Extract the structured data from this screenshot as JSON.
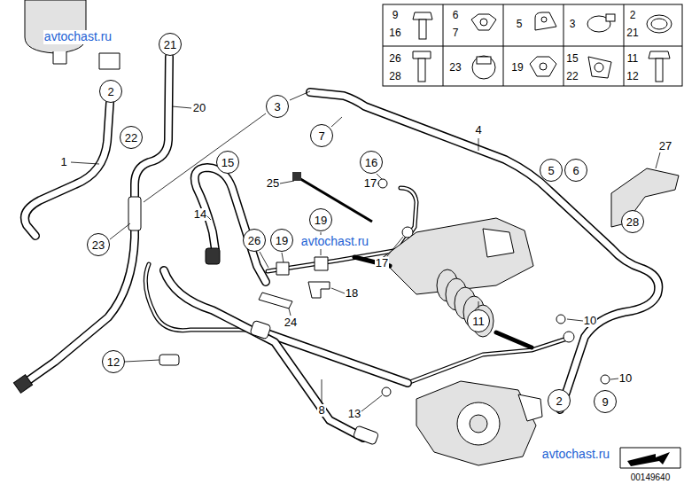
{
  "diagram": {
    "nodes": [
      {
        "text": [
          "21"
        ]
      },
      {
        "text": [
          "2"
        ]
      },
      {
        "text": [
          "3"
        ]
      },
      {
        "text": [
          "22"
        ]
      },
      {
        "text": [
          "7"
        ]
      },
      {
        "text": [
          "15"
        ]
      },
      {
        "text": [
          "16"
        ]
      },
      {
        "text": [
          "5"
        ]
      },
      {
        "text": [
          "6"
        ]
      },
      {
        "text": [
          "19"
        ]
      },
      {
        "text": [
          "28"
        ]
      },
      {
        "text": [
          "23"
        ]
      },
      {
        "text": [
          "26"
        ]
      },
      {
        "text": [
          "19"
        ]
      },
      {
        "text": [
          "11"
        ]
      },
      {
        "text": [
          "12"
        ]
      },
      {
        "text": [
          "2"
        ]
      },
      {
        "text": [
          "9"
        ]
      }
    ],
    "labels": [
      "9",
      "16",
      "6",
      "7",
      "5",
      "3",
      "2",
      "21",
      "26",
      "28",
      "23",
      "19",
      "15",
      "22",
      "11",
      "12",
      "avtochast.ru",
      "20",
      "4",
      "27",
      "1",
      "25",
      "17",
      "14",
      "avtochast.ru",
      "17",
      "18",
      "24",
      "10",
      "10",
      "8",
      "13",
      "avtochast.ru",
      "00149640"
    ]
  }
}
